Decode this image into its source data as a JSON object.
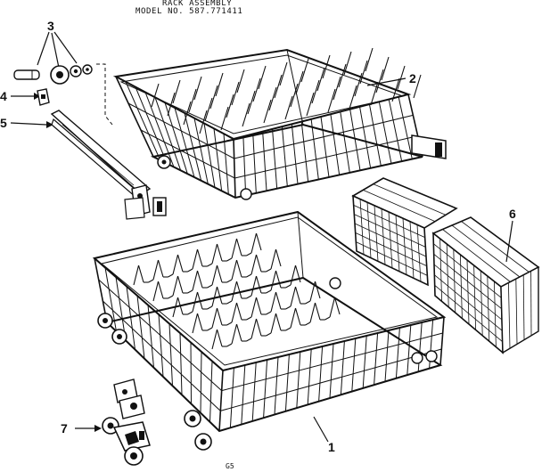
{
  "header": {
    "title": "RACK ASSEMBLY",
    "model_line": "MODEL NO. 587.771411"
  },
  "callouts": {
    "c1": "1",
    "c2": "2",
    "c3": "3",
    "c4": "4",
    "c5": "5",
    "c6": "6",
    "c7": "7"
  },
  "footer": {
    "code": "G5"
  }
}
